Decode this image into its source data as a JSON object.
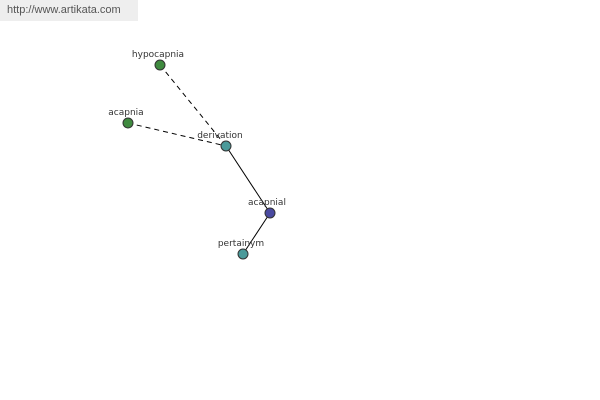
{
  "site": {
    "url": "http://www.artikata.com"
  },
  "graph": {
    "colors": {
      "edge": "#000000",
      "node_stroke": "#333333",
      "center": "#4a4aa0",
      "relation": "#4a9a9a",
      "word": "#3f8a3f"
    },
    "nodes": [
      {
        "id": "hypocapnia",
        "label": "hypocapnia",
        "kind": "word"
      },
      {
        "id": "acapnia",
        "label": "acapnia",
        "kind": "word"
      },
      {
        "id": "derivation",
        "label": "derivation",
        "kind": "relation"
      },
      {
        "id": "acapnial",
        "label": "acapnial",
        "kind": "center"
      },
      {
        "id": "pertainym",
        "label": "pertainym",
        "kind": "relation"
      }
    ],
    "edges": [
      {
        "from": "hypocapnia",
        "to": "derivation",
        "style": "dashed"
      },
      {
        "from": "acapnia",
        "to": "derivation",
        "style": "dashed"
      },
      {
        "from": "derivation",
        "to": "acapnial",
        "style": "solid"
      },
      {
        "from": "acapnial",
        "to": "pertainym",
        "style": "solid"
      }
    ]
  }
}
